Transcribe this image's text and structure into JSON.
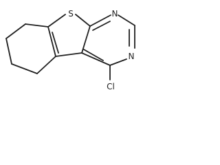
{
  "molecule": {
    "atom_labels": {
      "sulfur": "S",
      "nitrogen_top": "N",
      "nitrogen_right": "N",
      "chlorine": "Cl"
    },
    "colors": {
      "bond": "#1f1f1f",
      "label": "#1f1f1f",
      "background": "#ffffff"
    }
  }
}
